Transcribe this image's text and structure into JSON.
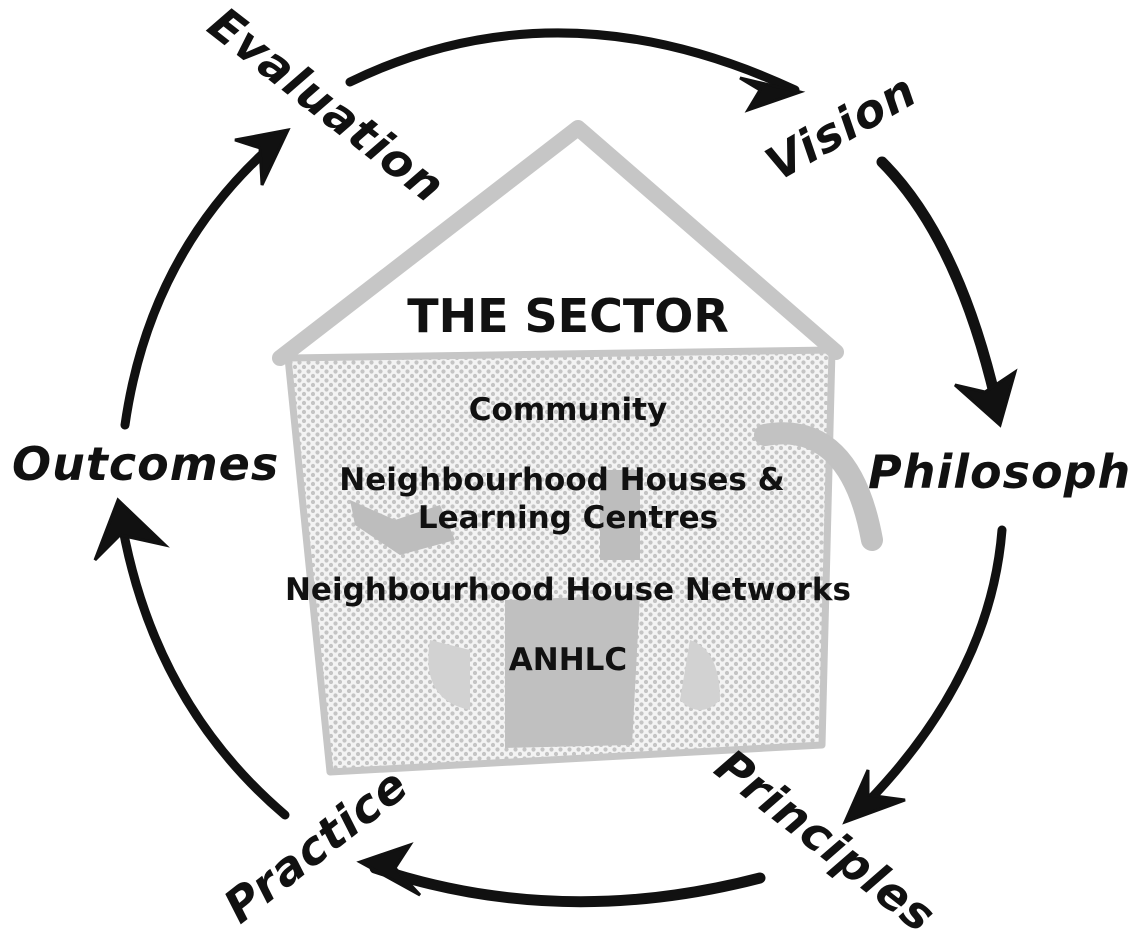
{
  "diagram": {
    "center": {
      "title": "THE SECTOR",
      "items": [
        "Community",
        "Neighbourhood Houses &",
        "Learning Centres",
        "Neighbourhood House Networks",
        "ANHLC"
      ]
    },
    "cycle": [
      "Evaluation",
      "Vision",
      "Philosophy",
      "Principles",
      "Practice",
      "Outcomes"
    ]
  }
}
